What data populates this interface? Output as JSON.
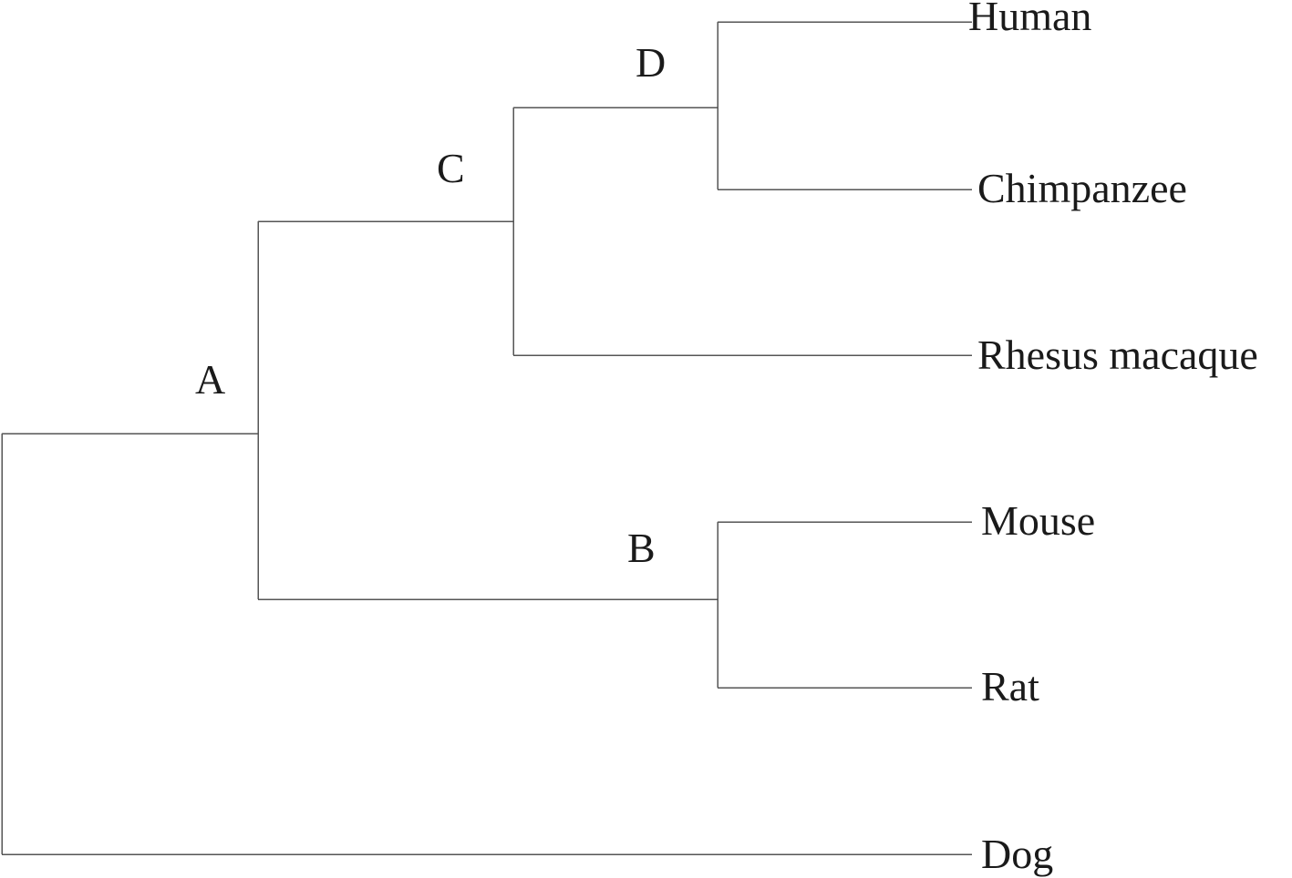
{
  "tree": {
    "nodes": [
      {
        "id": "A",
        "label": "A"
      },
      {
        "id": "B",
        "label": "B"
      },
      {
        "id": "C",
        "label": "C"
      },
      {
        "id": "D",
        "label": "D"
      }
    ],
    "taxa": [
      {
        "id": "human",
        "label": "Human"
      },
      {
        "id": "chimpanzee",
        "label": "Chimpanzee"
      },
      {
        "id": "rhesus",
        "label": "Rhesus macaque"
      },
      {
        "id": "mouse",
        "label": "Mouse"
      },
      {
        "id": "rat",
        "label": "Rat"
      },
      {
        "id": "dog",
        "label": "Dog"
      }
    ],
    "topology": "((((Human,Chimpanzee)D,Rhesus macaque)C,(Mouse,Rat)B)A,Dog)",
    "line_color": "#555555",
    "text_color": "#1a1a1a"
  }
}
